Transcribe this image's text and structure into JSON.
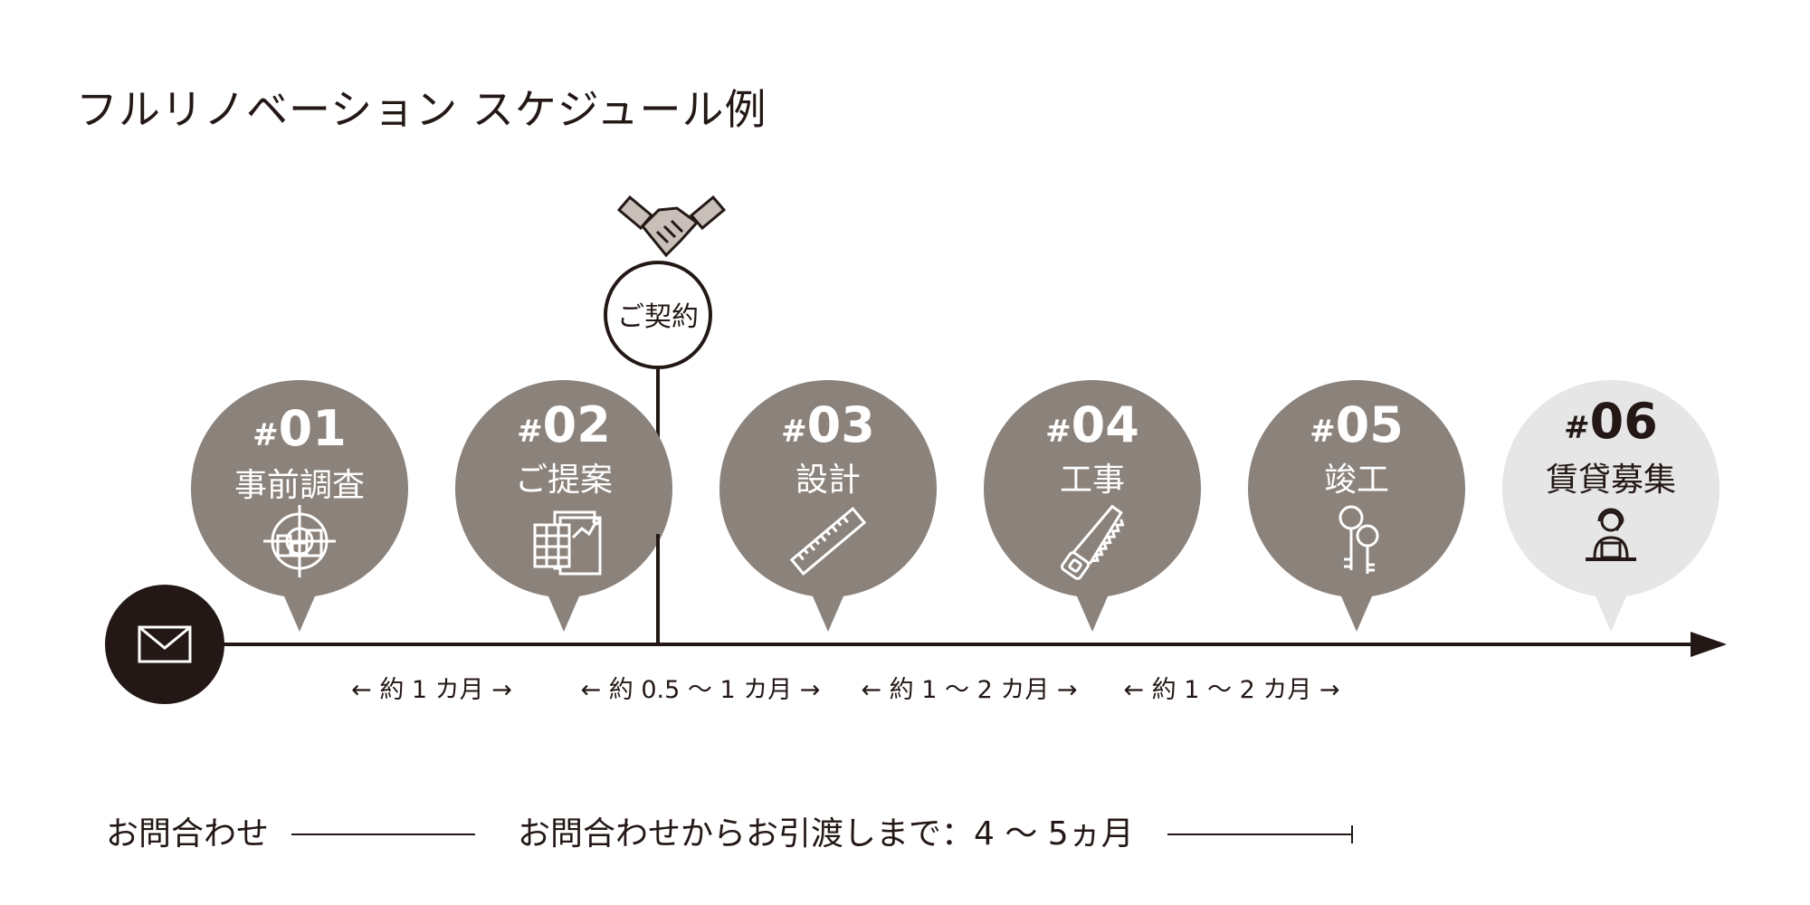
{
  "title": "フルリノベーション スケジュール例",
  "colors": {
    "bubble": "#8b827b",
    "bubble_final": "#e6e6e6",
    "ink": "#231815",
    "white": "#ffffff"
  },
  "start": {
    "icon": "mail-icon"
  },
  "contract": {
    "label": "ご契約",
    "icon": "handshake-icon"
  },
  "steps": [
    {
      "hash": "#",
      "num": "01",
      "label": "事前調査",
      "icon": "target-house-icon"
    },
    {
      "hash": "#",
      "num": "02",
      "label": "ご提案",
      "icon": "document-chart-icon"
    },
    {
      "hash": "#",
      "num": "03",
      "label": "設計",
      "icon": "ruler-icon"
    },
    {
      "hash": "#",
      "num": "04",
      "label": "工事",
      "icon": "saw-icon"
    },
    {
      "hash": "#",
      "num": "05",
      "label": "竣工",
      "icon": "keys-icon"
    },
    {
      "hash": "#",
      "num": "06",
      "label": "賃貸募集",
      "icon": "operator-icon"
    }
  ],
  "durations": [
    "← 約 1 カ月 →",
    "← 約 0.5 〜 1 カ月 →",
    "← 約 1 〜 2 カ月 →",
    "← 約 1 〜 2 カ月 →"
  ],
  "footer": {
    "start_label": "お問合わせ",
    "span_label": "お問合わせからお引渡しまで：4 〜 5ヵ月"
  }
}
